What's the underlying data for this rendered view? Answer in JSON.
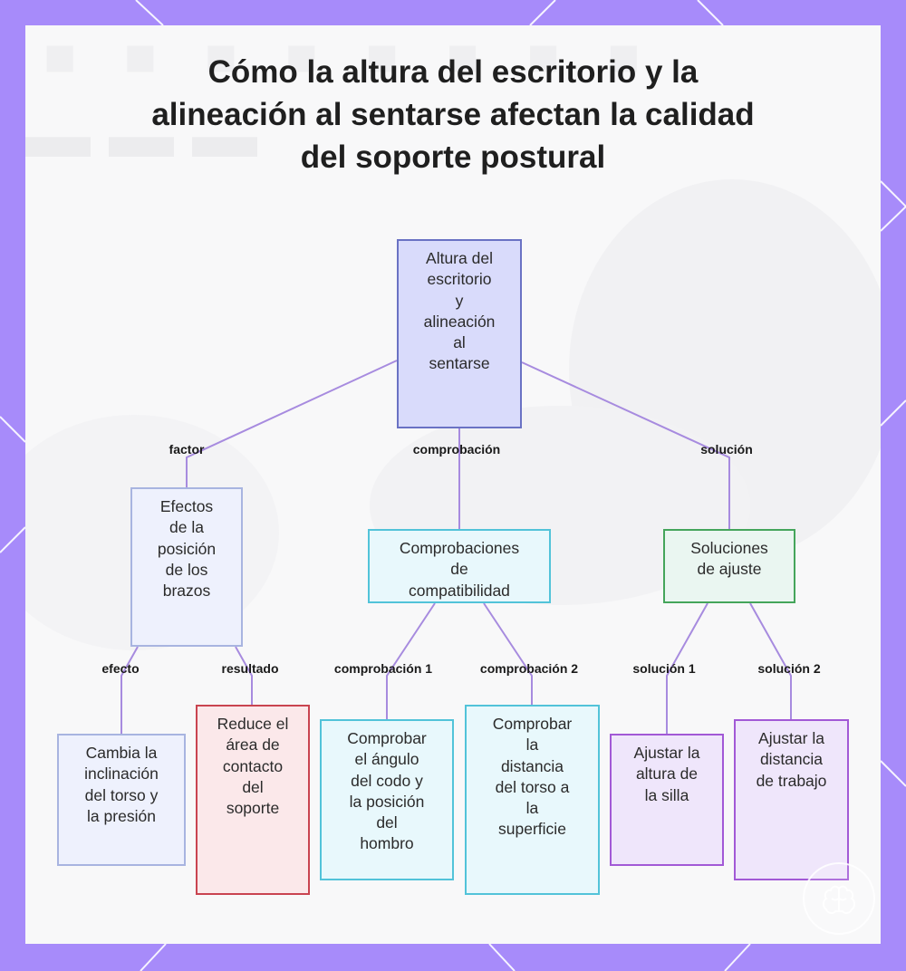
{
  "title": "Cómo la altura del escritorio y la alineación al sentarse afectan la calidad del soporte postural",
  "colors": {
    "frame": "#a78bfa",
    "edge": "#a78bdf",
    "root_fill": "#d9dbfb",
    "root_border": "#6a72c4",
    "blue_fill": "#eef1fd",
    "blue_border": "#a8b4e0",
    "cyan_fill": "#e8f8fc",
    "cyan_border": "#52c3d9",
    "green_fill": "#eaf6f1",
    "green_border": "#45a55b",
    "red_fill": "#fbe8ea",
    "red_border": "#c94450",
    "purple_fill": "#efe6fb",
    "purple_border": "#a259d6"
  },
  "nodes": {
    "root": [
      "Altura del",
      "escritorio",
      "y",
      "alineación",
      "al",
      "sentarse"
    ],
    "arms": [
      "Efectos",
      "de la",
      "posición",
      "de los",
      "brazos"
    ],
    "checks": [
      "Comprobaciones",
      "de",
      "compatibilidad"
    ],
    "solutions": [
      "Soluciones",
      "de ajuste"
    ],
    "torso": [
      "Cambia la",
      "inclinación",
      "del torso y",
      "la presión"
    ],
    "reduce": [
      "Reduce el",
      "área de",
      "contacto",
      "del",
      "soporte"
    ],
    "elbow": [
      "Comprobar",
      "el ángulo",
      "del codo y",
      "la posición",
      "del",
      "hombro"
    ],
    "distance": [
      "Comprobar",
      "la",
      "distancia",
      "del torso a",
      "la",
      "superficie"
    ],
    "chair": [
      "Ajustar la",
      "altura de",
      "la silla"
    ],
    "workdist": [
      "Ajustar la",
      "distancia",
      "de trabajo"
    ]
  },
  "edges": {
    "factor": "factor",
    "comprobacion": "comprobación",
    "solucion": "solución",
    "efecto": "efecto",
    "resultado": "resultado",
    "comprobacion1": "comprobación 1",
    "comprobacion2": "comprobación 2",
    "solucion1": "solución 1",
    "solucion2": "solución 2"
  }
}
